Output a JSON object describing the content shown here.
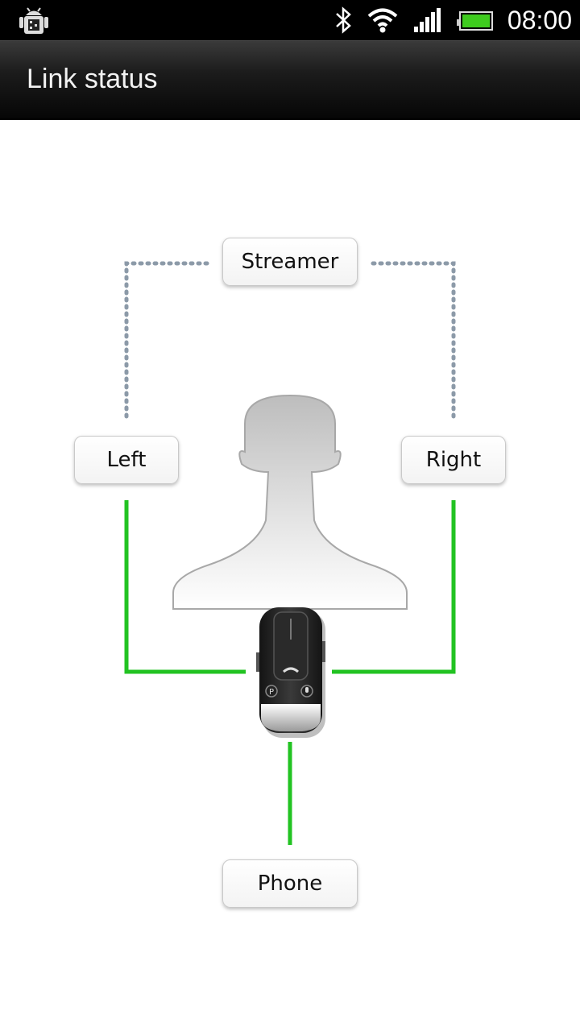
{
  "status_bar": {
    "time": "08:00",
    "icons": [
      "android-debug-icon",
      "bluetooth-icon",
      "wifi-icon",
      "signal-icon",
      "battery-icon"
    ]
  },
  "title_bar": {
    "title": "Link status"
  },
  "diagram": {
    "nodes": {
      "streamer": "Streamer",
      "left": "Left",
      "right": "Right",
      "phone": "Phone"
    },
    "links": {
      "streamer_left": "inactive",
      "streamer_right": "inactive",
      "left_device": "active",
      "right_device": "active",
      "device_phone": "active"
    },
    "colors": {
      "active": "#22c322",
      "inactive": "#8c9aa8"
    },
    "device_button_labels": [
      "P"
    ]
  }
}
